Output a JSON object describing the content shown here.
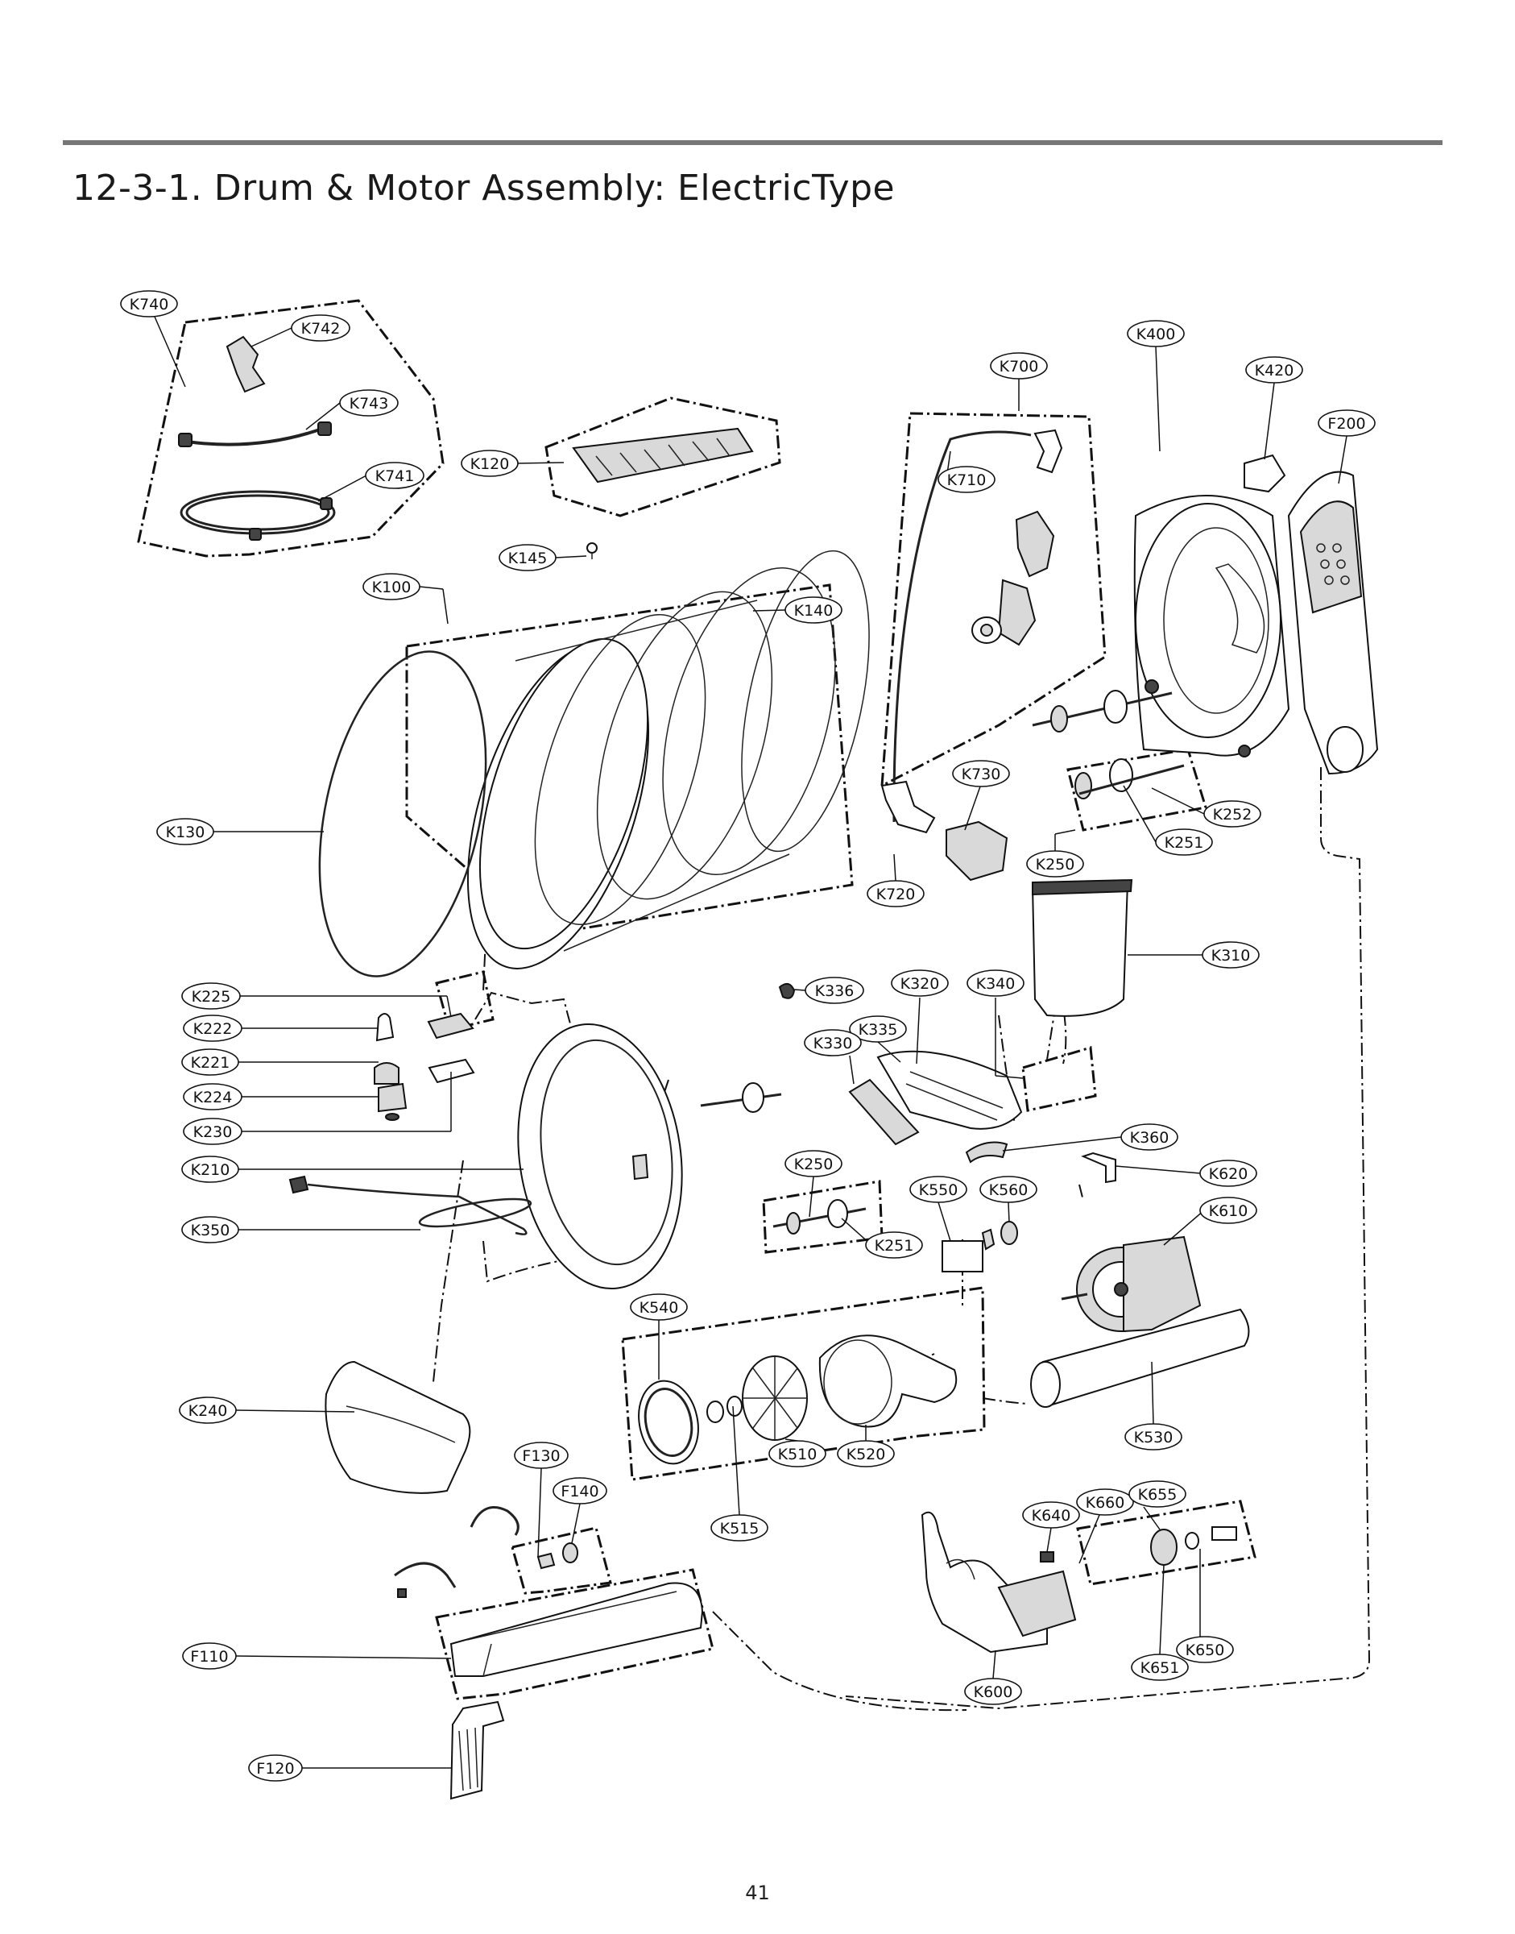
{
  "header": {
    "title": "12-3-1. Drum & Motor Assembly: ElectricType"
  },
  "footer": {
    "page_number": "41"
  },
  "parts": {
    "K740": "K740",
    "K742": "K742",
    "K743": "K743",
    "K741": "K741",
    "K120": "K120",
    "K145": "K145",
    "K100": "K100",
    "K140": "K140",
    "K130": "K130",
    "K700": "K700",
    "K710": "K710",
    "K730": "K730",
    "K720": "K720",
    "K400": "K400",
    "K420": "K420",
    "F200": "F200",
    "K252": "K252",
    "K251": "K251",
    "K250": "K250",
    "K310": "K310",
    "K336": "K336",
    "K320": "K320",
    "K340": "K340",
    "K335": "K335",
    "K330": "K330",
    "K360": "K360",
    "K225": "K225",
    "K222": "K222",
    "K221": "K221",
    "K224": "K224",
    "K230": "K230",
    "K210": "K210",
    "K350": "K350",
    "K250b": "K250",
    "K251b": "K251",
    "K550": "K550",
    "K560": "K560",
    "K620": "K620",
    "K610": "K610",
    "K540": "K540",
    "K510": "K510",
    "K520": "K520",
    "K530": "K530",
    "K515": "K515",
    "K240": "K240",
    "F130": "F130",
    "F140": "F140",
    "F110": "F110",
    "F120": "F120",
    "K640": "K640",
    "K660": "K660",
    "K655": "K655",
    "K600": "K600",
    "K651": "K651",
    "K650": "K650"
  }
}
